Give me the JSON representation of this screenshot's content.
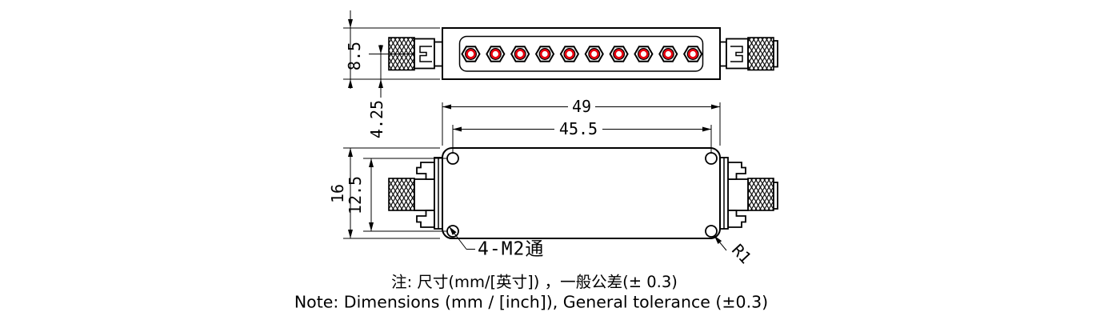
{
  "drawing": {
    "side_view": {
      "screw_count": 10,
      "dims": {
        "body_height": "8.5",
        "center_height": "4.25"
      }
    },
    "plan_view": {
      "dims": {
        "body_length": "49",
        "hole_spacing": "45.5",
        "body_width": "16",
        "hole_row_spacing": "12.5"
      },
      "labels": {
        "mounting_holes": "4-M2通",
        "corner_radius": "R1"
      }
    },
    "notes": {
      "zh": "注: 尺寸(mm/[英寸]) ，一般公差(± 0.3)",
      "en": "Note: Dimensions (mm / [inch]), General tolerance (±0.3)"
    },
    "colors": {
      "screw_ring": "#e8000d",
      "line": "#000000",
      "background": "#ffffff"
    }
  }
}
